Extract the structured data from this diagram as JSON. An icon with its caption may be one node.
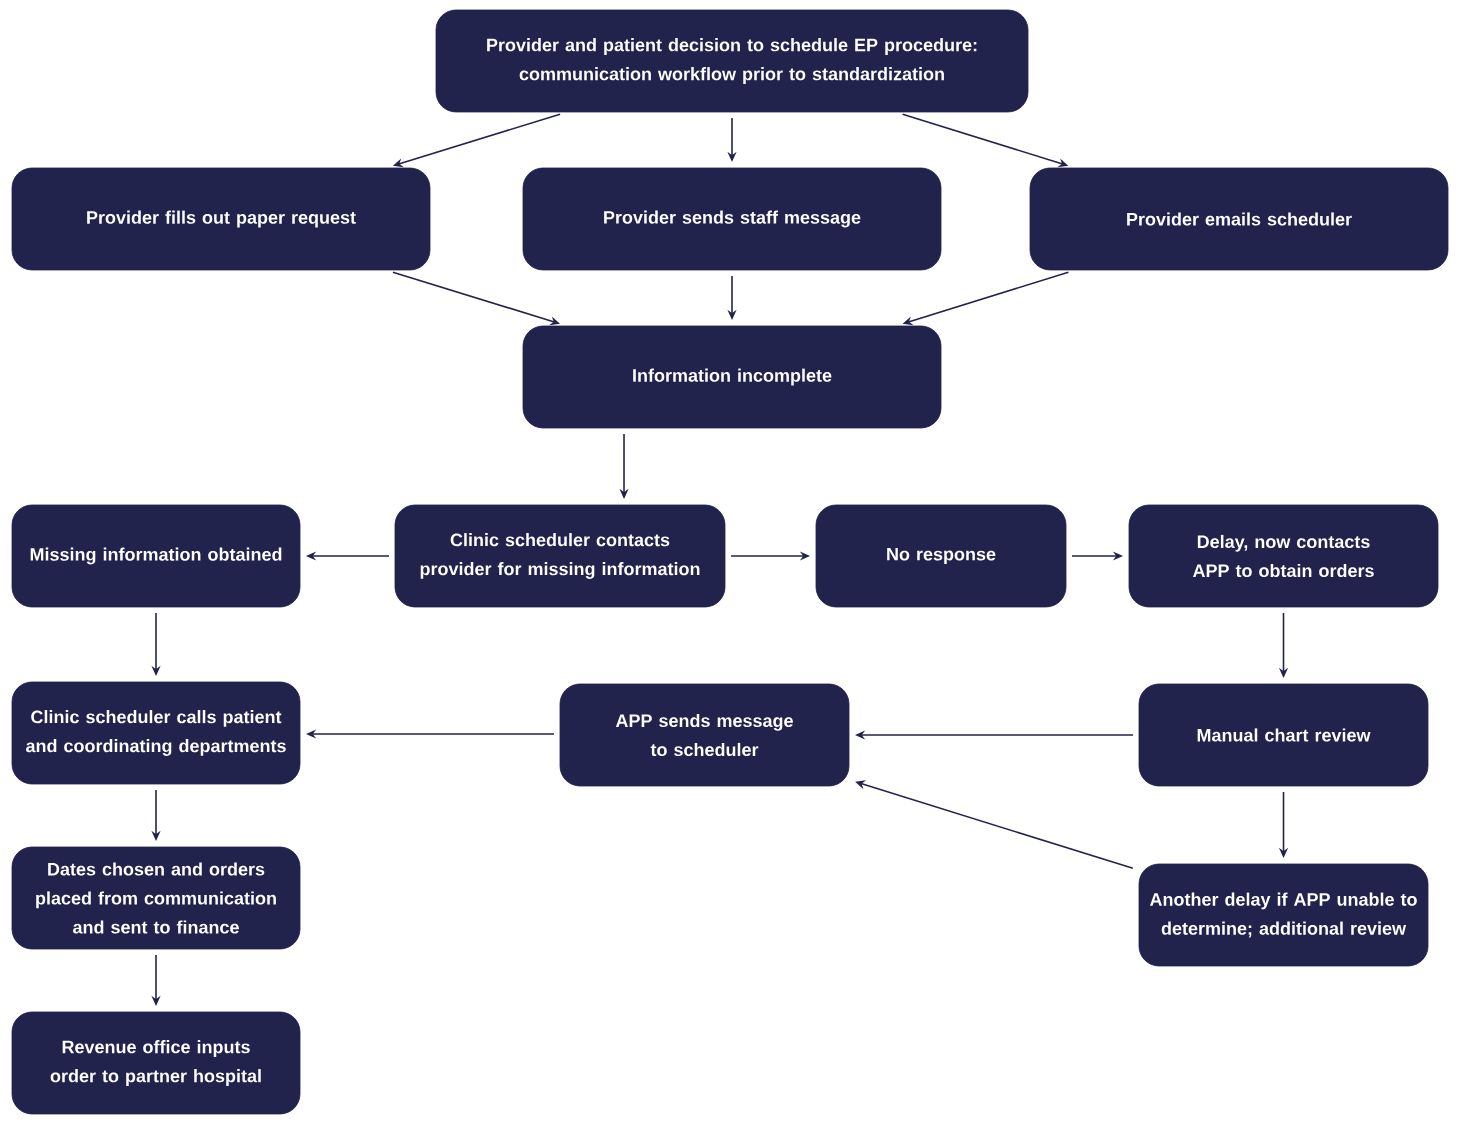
{
  "diagram": {
    "nodes": [
      {
        "text": [
          "Provider and patient decision to schedule EP procedure: communication workflow prior to standardization"
        ]
      },
      {
        "text": [
          "Provider fills out paper request"
        ]
      },
      {
        "text": [
          "Provider sends staff message"
        ]
      },
      {
        "text": [
          "Provider emails scheduler"
        ]
      },
      {
        "text": [
          "Information incomplete"
        ]
      },
      {
        "text": [
          "Missing information obtained"
        ]
      },
      {
        "text": [
          "Clinic scheduler contacts provider for missing information"
        ]
      },
      {
        "text": [
          "No response"
        ]
      },
      {
        "text": [
          "Delay, now contacts APP to obtain orders"
        ]
      },
      {
        "text": [
          "Clinic scheduler calls patient and coordinating departments"
        ]
      },
      {
        "text": [
          "APP sends message to scheduler"
        ]
      },
      {
        "text": [
          "Manual chart review"
        ]
      },
      {
        "text": [
          "Dates chosen and orders placed from communication and sent to finance"
        ]
      },
      {
        "text": [
          "Another delay if APP unable to determine; additional review"
        ]
      },
      {
        "text": [
          "Revenue office inputs order to partner hospital"
        ]
      }
    ],
    "edges": [
      {
        "from": 0,
        "to": 1,
        "arrow": "to"
      },
      {
        "from": 0,
        "to": 2,
        "arrow": "to"
      },
      {
        "from": 0,
        "to": 3,
        "arrow": "to"
      },
      {
        "from": 1,
        "to": 4,
        "arrow": "to"
      },
      {
        "from": 2,
        "to": 4,
        "arrow": "to"
      },
      {
        "from": 3,
        "to": 4,
        "arrow": "to"
      },
      {
        "from": 4,
        "to": 6,
        "arrow": "to"
      },
      {
        "from": 6,
        "to": 5,
        "arrow": "to"
      },
      {
        "from": 6,
        "to": 7,
        "arrow": "to"
      },
      {
        "from": 7,
        "to": 8,
        "arrow": "to"
      },
      {
        "from": 8,
        "to": 11,
        "arrow": "to"
      },
      {
        "from": 11,
        "to": 10,
        "arrow": "to"
      },
      {
        "from": 10,
        "to": 9,
        "arrow": "to"
      },
      {
        "from": 5,
        "to": 9,
        "arrow": "to"
      },
      {
        "from": 11,
        "to": 13,
        "arrow": "to"
      },
      {
        "from": 13,
        "to": 10,
        "arrow": "to"
      },
      {
        "from": 9,
        "to": 12,
        "arrow": "to"
      },
      {
        "from": 12,
        "to": 14,
        "arrow": "to"
      }
    ]
  }
}
